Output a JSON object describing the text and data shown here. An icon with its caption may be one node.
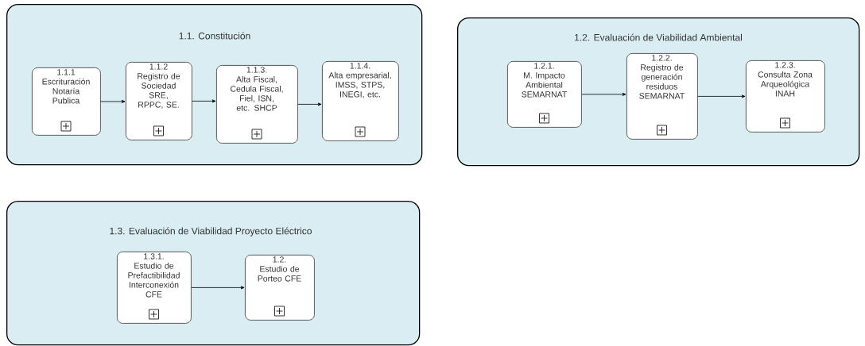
{
  "diagram": {
    "nodes": [
      {
        "text": [
          "1.1. Constitución"
        ]
      },
      {
        "text": [
          "1.1.1",
          "Escrituración Notaría Publica"
        ],
        "in": 0
      },
      {
        "text": [
          "1.1.2",
          "Registro de Sociedad SRE, RPPC, SE."
        ],
        "in": 0
      },
      {
        "text": [
          "1.1.3.",
          "Alta Fiscal, Cedula Fiscal, Fiel, ISN, etc. SHCP"
        ],
        "in": 0
      },
      {
        "text": [
          "1.1.4.",
          "Alta empresarial, IMSS, STPS, INEGI, etc."
        ],
        "in": 0
      },
      {
        "text": [
          "1.2. Evaluación de Viabilidad Ambiental"
        ]
      },
      {
        "text": [
          "1.2.1.",
          "M. Impacto Ambiental SEMARNAT"
        ],
        "in": 5
      },
      {
        "text": [
          "1.2.2.",
          "Registro de generación residuos SEMARNAT"
        ],
        "in": 5
      },
      {
        "text": [
          "1.2.3.",
          "Consulta Zona Arqueológica INAH"
        ],
        "in": 5
      },
      {
        "text": [
          "1.3. Evaluación de Viabilidad Proyecto Eléctrico"
        ]
      },
      {
        "text": [
          "1.3.1.",
          "Estudio de Prefactibilidad Interconexión CFE"
        ],
        "in": 9
      },
      {
        "text": [
          "1.2.",
          "Estudio de Porteo CFE"
        ],
        "in": 9
      }
    ],
    "edges": [
      {
        "from": 1,
        "to": 2,
        "arrow": "to"
      },
      {
        "from": 2,
        "to": 3,
        "arrow": "to"
      },
      {
        "from": 3,
        "to": 4,
        "arrow": "to"
      },
      {
        "from": 6,
        "to": 7,
        "arrow": "to"
      },
      {
        "from": 7,
        "to": 8,
        "arrow": "to"
      },
      {
        "from": 10,
        "to": 11,
        "arrow": "to"
      }
    ]
  }
}
